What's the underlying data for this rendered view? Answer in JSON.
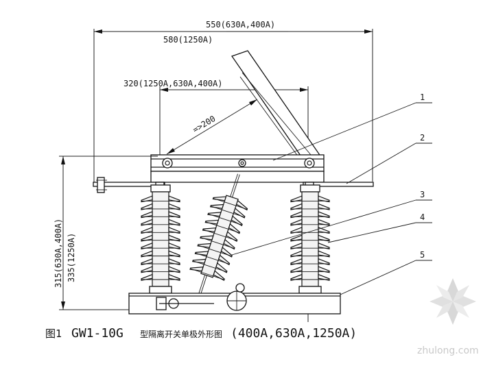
{
  "dimensions": {
    "overall_width": "550(630A,400A)",
    "overall_width_1250": "580(1250A)",
    "pole_spacing": "320(1250A,630A,400A)",
    "blade_clearance": "=>200",
    "height_630_400": "315(630A,400A)",
    "height_1250": "335(1250A)"
  },
  "callouts": [
    "1",
    "2",
    "3",
    "4",
    "5"
  ],
  "caption": {
    "prefix": "图1",
    "model": "GW1-10G",
    "description": "型隔离开关单极外形图",
    "ratings": "(400A,630A,1250A)"
  },
  "watermark": {
    "text": "zhulong.com",
    "icon": "zhulong-logo-icon",
    "color": "#c9c9c9"
  }
}
